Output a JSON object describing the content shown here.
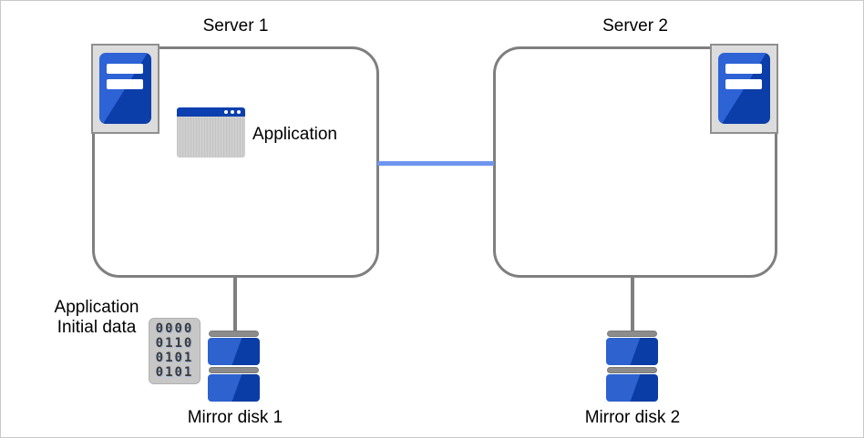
{
  "diagram": {
    "server1": {
      "title": "Server 1",
      "application_label": "Application"
    },
    "server2": {
      "title": "Server 2"
    },
    "initial_data": {
      "line1": "Application",
      "line2": "Initial data",
      "binary_rows": [
        "0000",
        "0110",
        "0101",
        "0101"
      ]
    },
    "disk1_label": "Mirror disk 1",
    "disk2_label": "Mirror disk 2"
  },
  "colors": {
    "box_border_gray": "#7f7f7f",
    "connector_gray": "#7f7f7f",
    "interconnect_blue": "#6f96ee",
    "server_blue_light": "#2e63d6",
    "server_blue_dark": "#0b3ea9",
    "disk_blue_light": "#2d62cf",
    "disk_blue_dark": "#0a3da5",
    "window_titlebar_blue": "#0c3faf",
    "icon_plate_gray": "#dcdcdc"
  }
}
